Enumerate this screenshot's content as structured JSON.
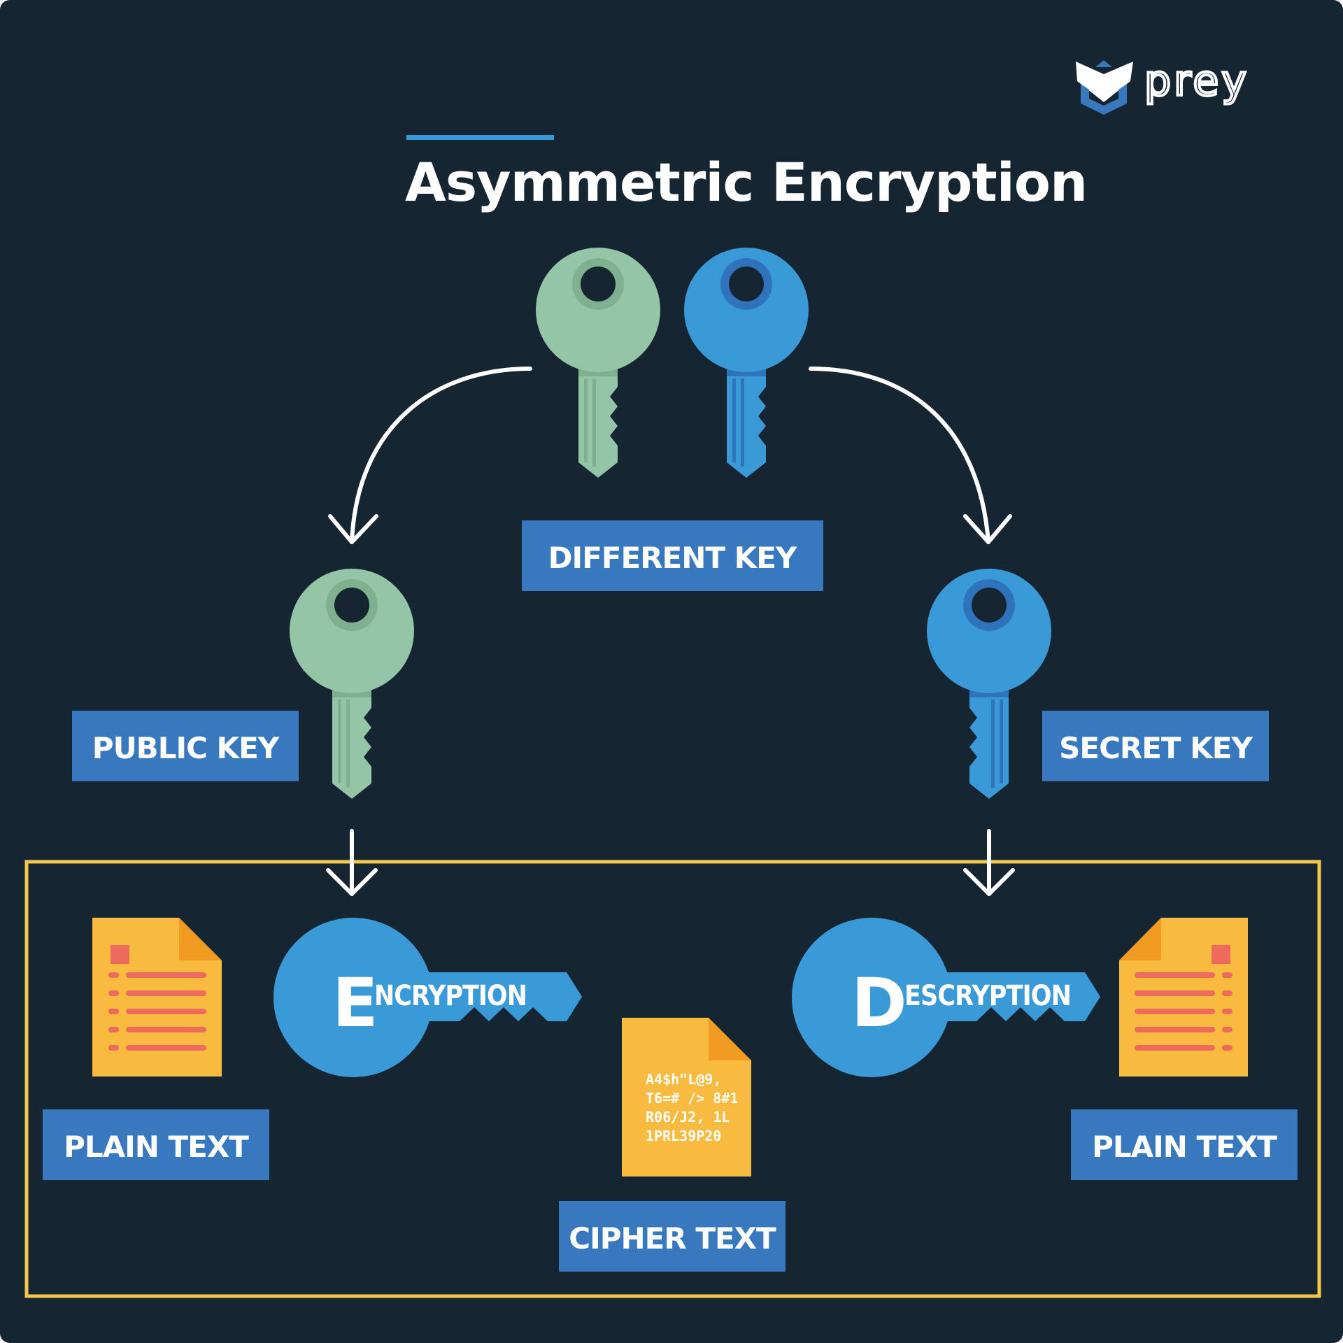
{
  "logo": {
    "text": "prey"
  },
  "title": "Asymmetric Encryption",
  "labels": {
    "different_key": "DIFFERENT KEY",
    "public_key": "PUBLIC KEY",
    "secret_key": "SECRET KEY",
    "plain_text_left": "PLAIN TEXT",
    "plain_text_right": "PLAIN TEXT",
    "cipher_text": "CIPHER TEXT"
  },
  "encryption_key": {
    "initial": "E",
    "rest": "NCRYPTION"
  },
  "decryption_key": {
    "initial": "D",
    "rest": "ESCRYPTION"
  },
  "cipher_lines": [
    "A4$h\"L@9,",
    "T6=# /> 8#1",
    "R06/J2, 1L",
    "1PRL39P20"
  ],
  "colors": {
    "background": "#162532",
    "green_key": "#93c5a6",
    "blue_key": "#3a9ad8",
    "label_box": "#3878be",
    "document": "#f8bb40",
    "document_lines": "#ee6a5c",
    "frame": "#f5c74a"
  },
  "icons": [
    "prey-logo-icon",
    "green-key-icon",
    "blue-key-icon",
    "document-icon",
    "arrow-icon"
  ]
}
